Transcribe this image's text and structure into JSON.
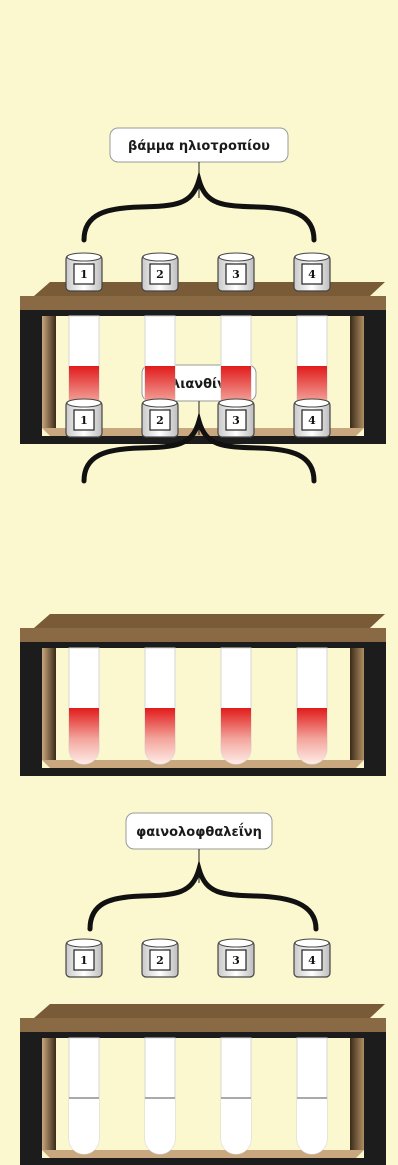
{
  "colors": {
    "background": "#fbf8cf",
    "rack_frame": "#1c1c1c",
    "rack_wood_top": "#8a6a44",
    "rack_wood_back": "#a8875f",
    "liquid_red": "#e02020",
    "liquid_light": "#ffe0dc",
    "liquid_clear": "#ffffff"
  },
  "panels": [
    {
      "indicator": "βάμμα ηλιοτροπίου",
      "liquid": "red",
      "tubes": [
        {
          "number": "1"
        },
        {
          "number": "2"
        },
        {
          "number": "3"
        },
        {
          "number": "4"
        }
      ]
    },
    {
      "indicator": "ηλιανθίνη",
      "liquid": "red",
      "tubes": [
        {
          "number": "1"
        },
        {
          "number": "2"
        },
        {
          "number": "3"
        },
        {
          "number": "4"
        }
      ]
    },
    {
      "indicator": "φαινολοφθαλεΐνη",
      "liquid": "clear",
      "tubes": [
        {
          "number": "1"
        },
        {
          "number": "2"
        },
        {
          "number": "3"
        },
        {
          "number": "4"
        }
      ]
    }
  ]
}
